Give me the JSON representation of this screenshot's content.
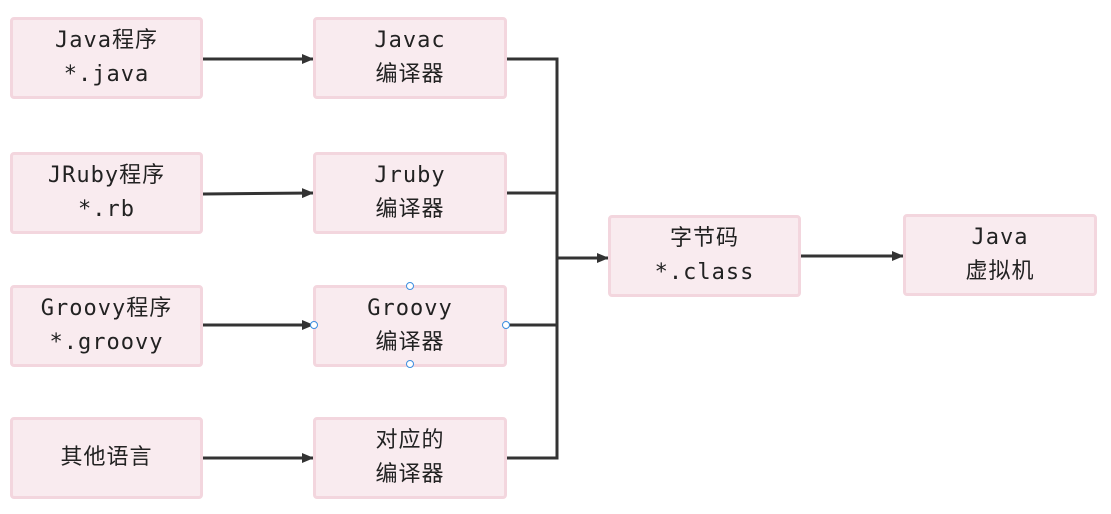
{
  "nodes": {
    "java_source": {
      "line1": "Java程序",
      "line2": "*.java"
    },
    "jruby_source": {
      "line1": "JRuby程序",
      "line2": "*.rb"
    },
    "groovy_source": {
      "line1": "Groovy程序",
      "line2": "*.groovy"
    },
    "other_source": {
      "line1": "其他语言"
    },
    "javac": {
      "line1": "Javac",
      "line2": "编译器"
    },
    "jruby_comp": {
      "line1": "Jruby",
      "line2": "编译器"
    },
    "groovy_comp": {
      "line1": "Groovy",
      "line2": "编译器"
    },
    "other_comp": {
      "line1": "对应的",
      "line2": "编译器"
    },
    "bytecode": {
      "line1": "字节码",
      "line2": "*.class"
    },
    "jvm": {
      "line1": "Java",
      "line2": "虚拟机"
    }
  },
  "colors": {
    "node_fill": "#f9ebef",
    "node_border": "#f3d6de",
    "edge": "#333333",
    "selection_handle": "#3d8fe0"
  }
}
